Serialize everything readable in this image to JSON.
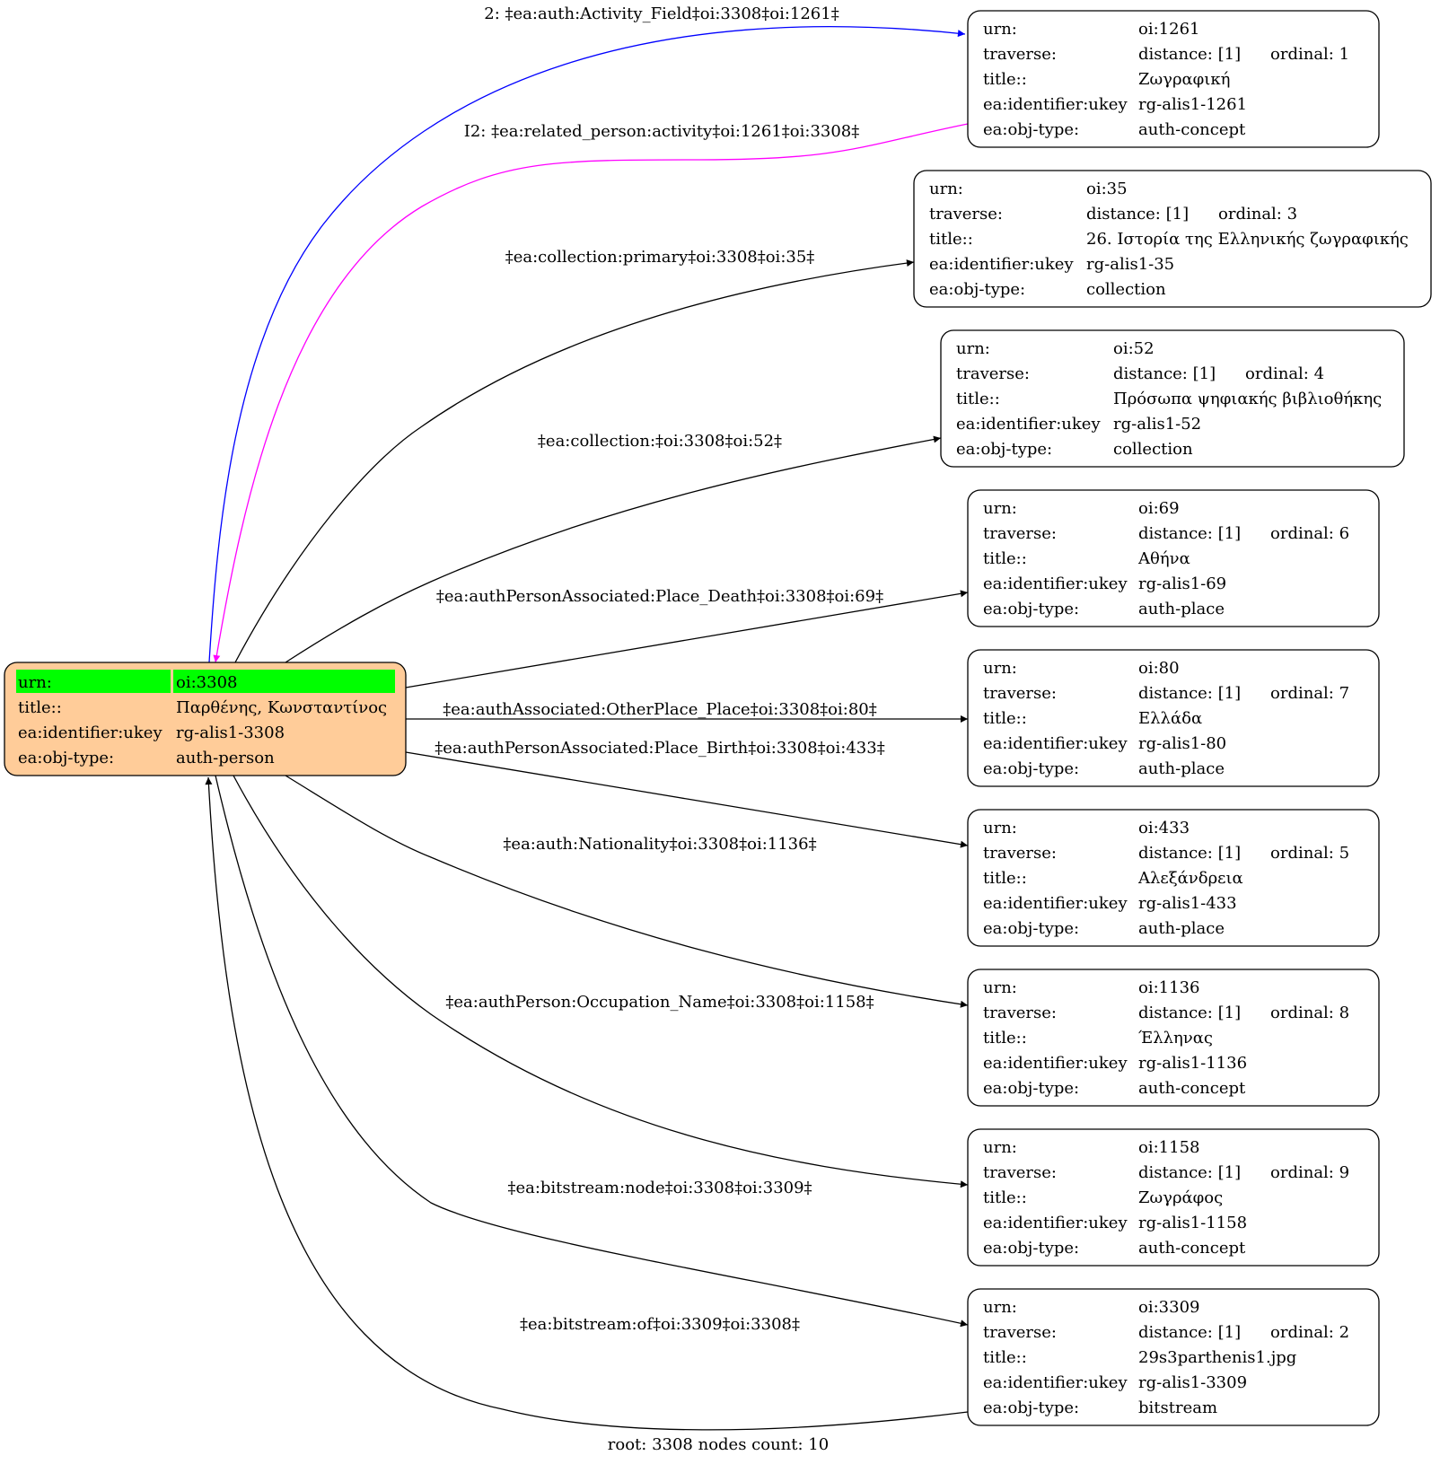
{
  "root": {
    "urn_label": "urn:",
    "urn": "oi:3308",
    "rows": [
      {
        "k": "title::",
        "v": "Παρθένης, Κωνσταντίνος"
      },
      {
        "k": "ea:identifier:ukey",
        "v": "rg-alis1-3308"
      },
      {
        "k": "ea:obj-type:",
        "v": "auth-person"
      }
    ],
    "fill": "#ffcc99",
    "highlight": "#00ff00"
  },
  "nodes": [
    {
      "urn": "oi:1261",
      "distance": "distance: [1]",
      "ordinal": "ordinal: 1",
      "title": "Ζωγραφική",
      "ukey": "rg-alis1-1261",
      "type": "auth-concept"
    },
    {
      "urn": "oi:35",
      "distance": "distance: [1]",
      "ordinal": "ordinal: 3",
      "title": "26. Ιστορία της Ελληνικής ζωγραφικής",
      "ukey": "rg-alis1-35",
      "type": "collection"
    },
    {
      "urn": "oi:52",
      "distance": "distance: [1]",
      "ordinal": "ordinal: 4",
      "title": "Πρόσωπα ψηφιακής βιβλιοθήκης",
      "ukey": "rg-alis1-52",
      "type": "collection"
    },
    {
      "urn": "oi:69",
      "distance": "distance: [1]",
      "ordinal": "ordinal: 6",
      "title": "Αθήνα",
      "ukey": "rg-alis1-69",
      "type": "auth-place"
    },
    {
      "urn": "oi:80",
      "distance": "distance: [1]",
      "ordinal": "ordinal: 7",
      "title": "Ελλάδα",
      "ukey": "rg-alis1-80",
      "type": "auth-place"
    },
    {
      "urn": "oi:433",
      "distance": "distance: [1]",
      "ordinal": "ordinal: 5",
      "title": "Αλεξάνδρεια",
      "ukey": "rg-alis1-433",
      "type": "auth-place"
    },
    {
      "urn": "oi:1136",
      "distance": "distance: [1]",
      "ordinal": "ordinal: 8",
      "title": "Έλληνας",
      "ukey": "rg-alis1-1136",
      "type": "auth-concept"
    },
    {
      "urn": "oi:1158",
      "distance": "distance: [1]",
      "ordinal": "ordinal: 9",
      "title": "Ζωγράφος",
      "ukey": "rg-alis1-1158",
      "type": "auth-concept"
    },
    {
      "urn": "oi:3309",
      "distance": "distance: [1]",
      "ordinal": "ordinal: 2",
      "title": "29s3parthenis1.jpg",
      "ukey": "rg-alis1-3309",
      "type": "bitstream"
    }
  ],
  "field_labels": {
    "urn": "urn:",
    "traverse": "traverse:",
    "title": "title::",
    "ukey": "ea:identifier:ukey",
    "type": "ea:obj-type:"
  },
  "edges": [
    {
      "label": "2: ‡ea:auth:Activity_Field‡oi:3308‡oi:1261‡",
      "color": "#0000ff"
    },
    {
      "label": "I2: ‡ea:related_person:activity‡oi:1261‡oi:3308‡",
      "color": "#ff00ff"
    },
    {
      "label": "‡ea:collection:primary‡oi:3308‡oi:35‡",
      "color": "#000000"
    },
    {
      "label": "‡ea:collection:‡oi:3308‡oi:52‡",
      "color": "#000000"
    },
    {
      "label": "‡ea:authPersonAssociated:Place_Death‡oi:3308‡oi:69‡",
      "color": "#000000"
    },
    {
      "label": "‡ea:authAssociated:OtherPlace_Place‡oi:3308‡oi:80‡",
      "color": "#000000"
    },
    {
      "label": "‡ea:authPersonAssociated:Place_Birth‡oi:3308‡oi:433‡",
      "color": "#000000"
    },
    {
      "label": "‡ea:auth:Nationality‡oi:3308‡oi:1136‡",
      "color": "#000000"
    },
    {
      "label": "‡ea:authPerson:Occupation_Name‡oi:3308‡oi:1158‡",
      "color": "#000000"
    },
    {
      "label": "‡ea:bitstream:node‡oi:3308‡oi:3309‡",
      "color": "#000000"
    },
    {
      "label": "‡ea:bitstream:of‡oi:3309‡oi:3308‡",
      "color": "#000000"
    }
  ],
  "footer": "root: 3308 nodes count: 10"
}
